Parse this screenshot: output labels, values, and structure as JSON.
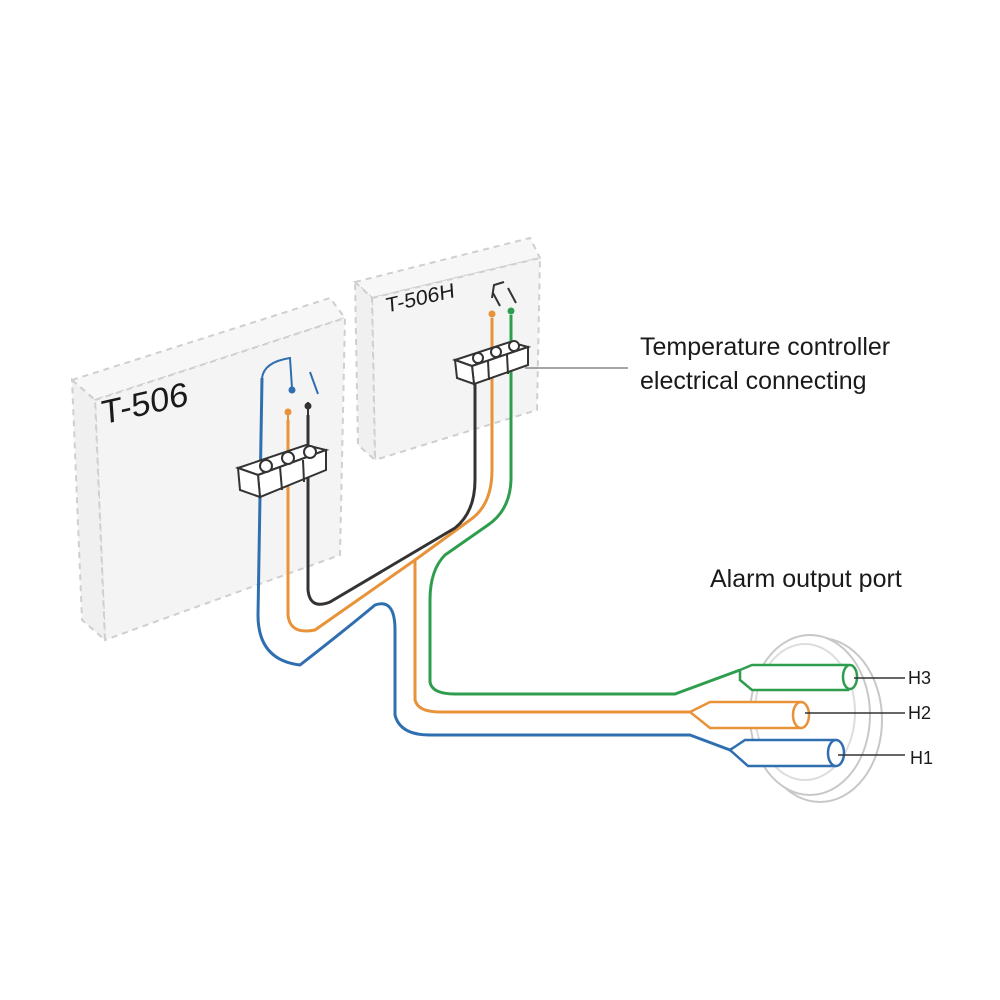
{
  "devices": {
    "t506": "T-506",
    "t506h": "T-506H"
  },
  "callout": {
    "line1": "Temperature controller",
    "line2": "electrical connecting"
  },
  "alarm_port": {
    "title": "Alarm output port",
    "pins": [
      "H3",
      "H2",
      "H1"
    ]
  },
  "wire_colors": {
    "blue": "#2f6fb0",
    "orange": "#e8923a",
    "green": "#2e9e4e",
    "black": "#333333"
  }
}
